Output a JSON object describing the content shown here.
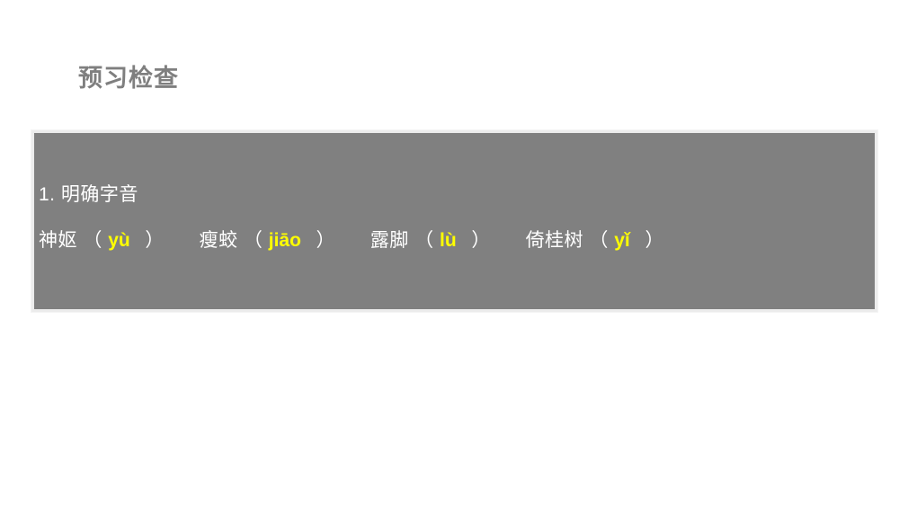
{
  "slide": {
    "title": "预习检查",
    "background_color": "#ffffff",
    "title_color": "#7f7f7f"
  },
  "panel": {
    "background_color": "#808080",
    "border_color": "#ececec",
    "heading": "1. 明确字音",
    "heading_color": "#ffffff",
    "pinyin_color": "#ffff00",
    "open_paren": "（",
    "close_paren": "）",
    "entries": [
      {
        "word": "神妪",
        "pinyin": "yù"
      },
      {
        "word": "瘦蛟",
        "pinyin": "jiāo"
      },
      {
        "word": "露脚",
        "pinyin": "lù"
      },
      {
        "word": "倚桂树",
        "pinyin": "yǐ"
      }
    ]
  }
}
